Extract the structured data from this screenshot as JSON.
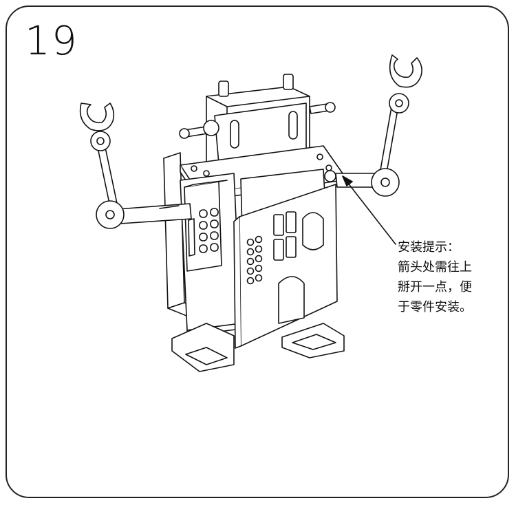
{
  "step": {
    "number": "19"
  },
  "note": {
    "lines": [
      "安装提示：",
      "箭头处需往上",
      "掰开一点，便",
      "于零件安装。"
    ]
  },
  "style": {
    "line_color": "#111111",
    "background": "#ffffff"
  }
}
